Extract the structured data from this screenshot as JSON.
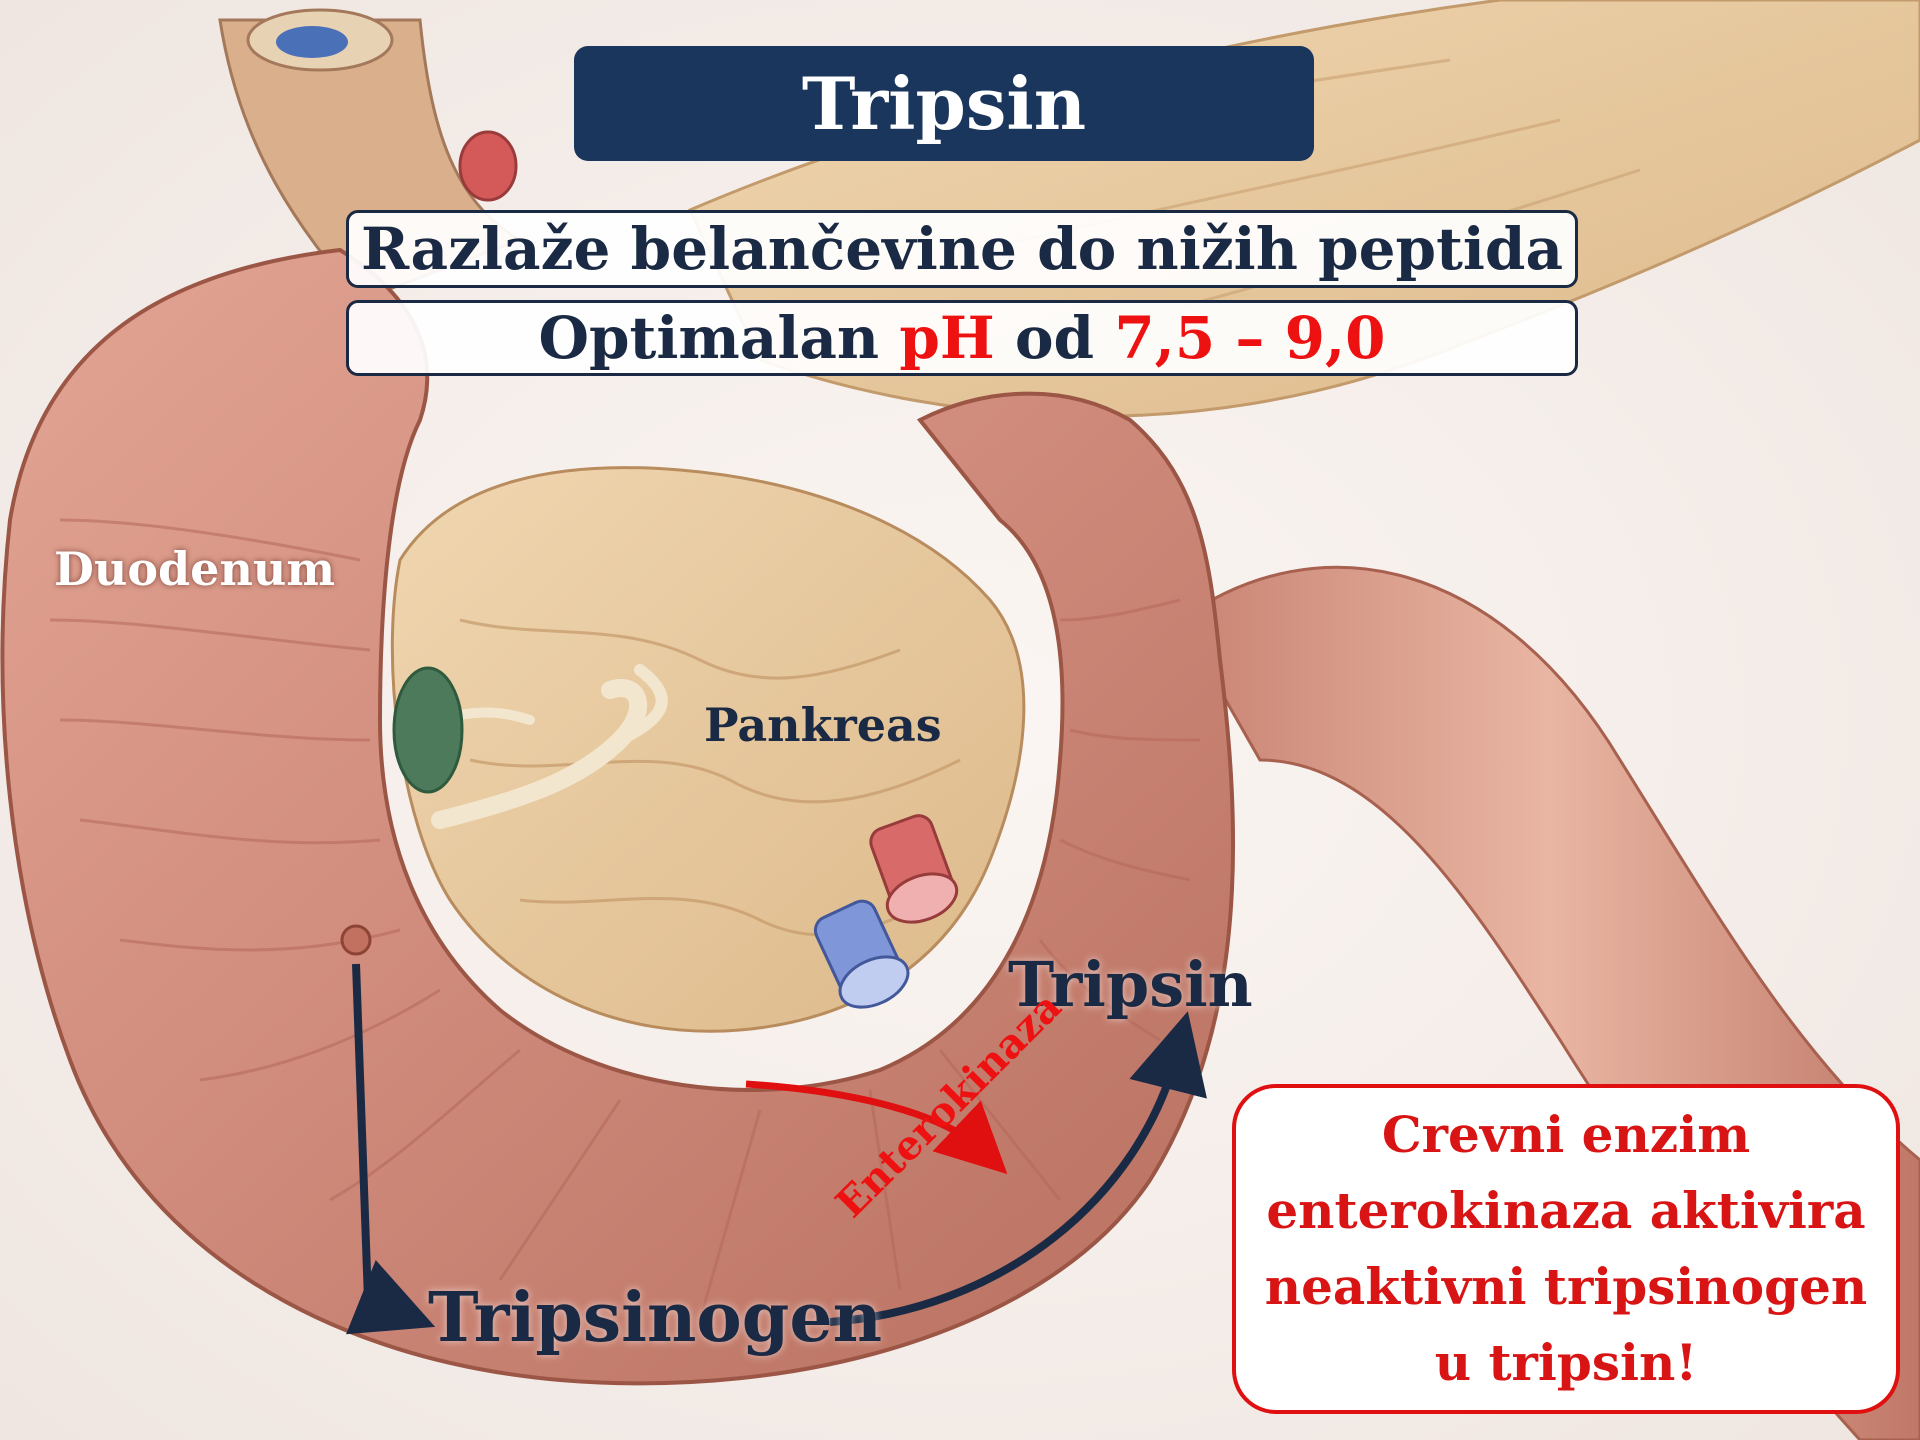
{
  "title": "Tripsin",
  "facts": {
    "line1": "Razlaže belančevine do nižih peptida",
    "line2_prefix": "Optimalan",
    "line2_ph": "pH",
    "line2_mid": "od",
    "line2_range": "7,5 – 9,0"
  },
  "labels": {
    "duodenum": "Duodenum",
    "pancreas": "Pankreas",
    "trypsin": "Tripsin",
    "trypsinogen": "Tripsinogen",
    "enterokinase": "Enterokinaza"
  },
  "note": {
    "line1": "Crevni enzim",
    "line2": "enterokinaza aktivira",
    "line3": "neaktivni tripsinogen",
    "line4": "u tripsin!"
  },
  "colors": {
    "navy": "#1b365d",
    "red": "#ee1111",
    "intestine": "#d8968a",
    "pancreas": "#e6c9a0"
  }
}
